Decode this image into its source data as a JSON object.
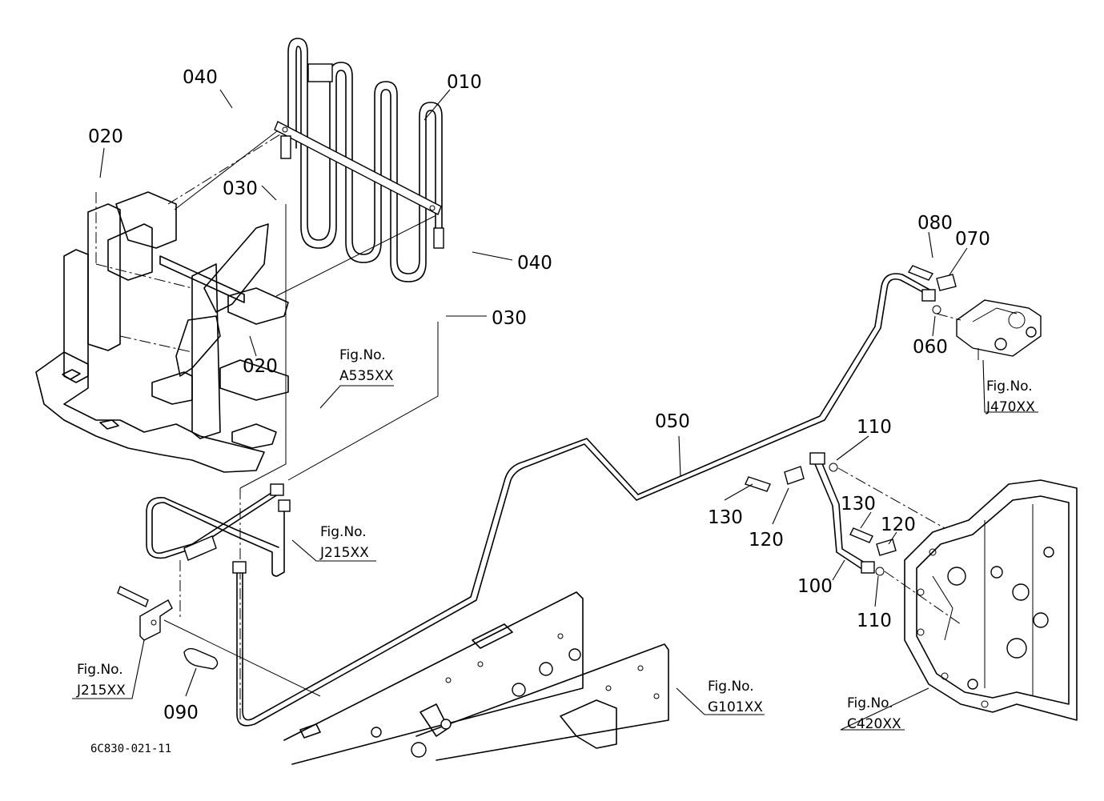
{
  "drawing_code": "6C830-021-11",
  "parts": {
    "p010": "010",
    "p020a": "020",
    "p020b": "020",
    "p030a": "030",
    "p030b": "030",
    "p040a": "040",
    "p040b": "040",
    "p050": "050",
    "p060": "060",
    "p070": "070",
    "p080": "080",
    "p090": "090",
    "p100": "100",
    "p110a": "110",
    "p110b": "110",
    "p120a": "120",
    "p120b": "120",
    "p130a": "130",
    "p130b": "130"
  },
  "refs": {
    "a535": {
      "label": "Fig.No.",
      "code": "A535XX"
    },
    "j215a": {
      "label": "Fig.No.",
      "code": "J215XX"
    },
    "j215b": {
      "label": "Fig.No.",
      "code": "J215XX"
    },
    "j470": {
      "label": "Fig.No.",
      "code": "J470XX"
    },
    "g101": {
      "label": "Fig.No.",
      "code": "G101XX"
    },
    "c420": {
      "label": "Fig.No.",
      "code": "C420XX"
    }
  }
}
